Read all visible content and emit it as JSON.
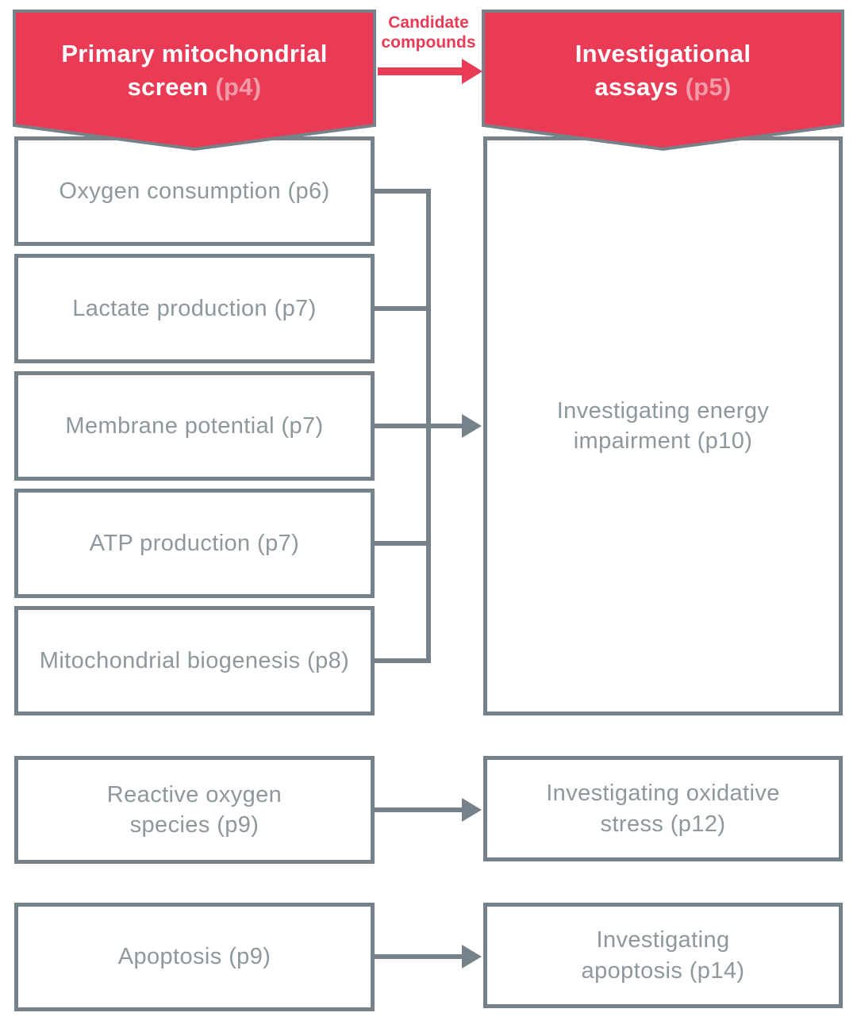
{
  "palette": {
    "red": "#e93b55",
    "pink": "#f29aa6",
    "gray_border": "#76828a",
    "gray_text": "#8e979c"
  },
  "banners": {
    "left": {
      "title_line1": "Primary mitochondrial",
      "title_line2": "screen",
      "page_ref": "(p4)"
    },
    "right": {
      "title_line1": "Investigational",
      "title_line2": "assays",
      "page_ref": "(p5)"
    }
  },
  "flow_label": {
    "line1": "Candidate",
    "line2": "compounds"
  },
  "screen_boxes": [
    {
      "label": "Oxygen consumption (p6)"
    },
    {
      "label": "Lactate production (p7)"
    },
    {
      "label": "Membrane potential (p7)"
    },
    {
      "label": "ATP production (p7)"
    },
    {
      "label": "Mitochondrial biogenesis (p8)"
    }
  ],
  "ros_box": {
    "lines": [
      "Reactive oxygen",
      "species (p9)"
    ]
  },
  "apoptosis_box": {
    "label": "Apoptosis (p9)"
  },
  "assay_boxes": {
    "energy": {
      "lines": [
        "Investigating energy",
        "impairment (p10)"
      ]
    },
    "oxidative": {
      "lines": [
        "Investigating oxidative",
        "stress (p12)"
      ]
    },
    "apoptosis": {
      "lines": [
        "Investigating",
        "apoptosis (p14)"
      ]
    }
  }
}
